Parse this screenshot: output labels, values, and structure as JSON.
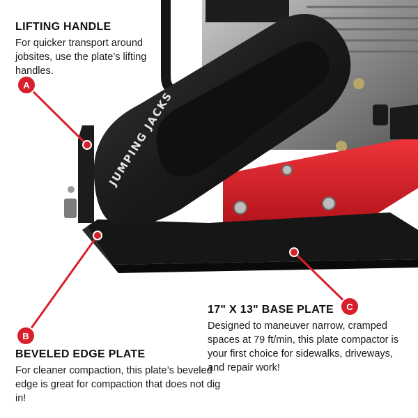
{
  "product": {
    "brand_text": "JUMPING JACKS",
    "colors": {
      "frame_red": "#e0202a",
      "body_black": "#141414",
      "engine_gray": "#9a9a9a",
      "marker_red": "#d8202c"
    }
  },
  "callouts": [
    {
      "marker": "A",
      "title": "LIFTING HANDLE",
      "body": "For quicker transport around jobsites, use the plate’s lifting handles."
    },
    {
      "marker": "B",
      "title": "BEVELED EDGE PLATE",
      "body": "For cleaner compaction, this plate’s beveled edge is great for compaction that does not dig in!"
    },
    {
      "marker": "C",
      "title": "17\" X 13\" BASE PLATE",
      "body": "Designed to maneuver narrow, cramped spaces at 79 ft/min, this plate compactor is your first choice for sidewalks, driveways, and repair work!"
    }
  ]
}
